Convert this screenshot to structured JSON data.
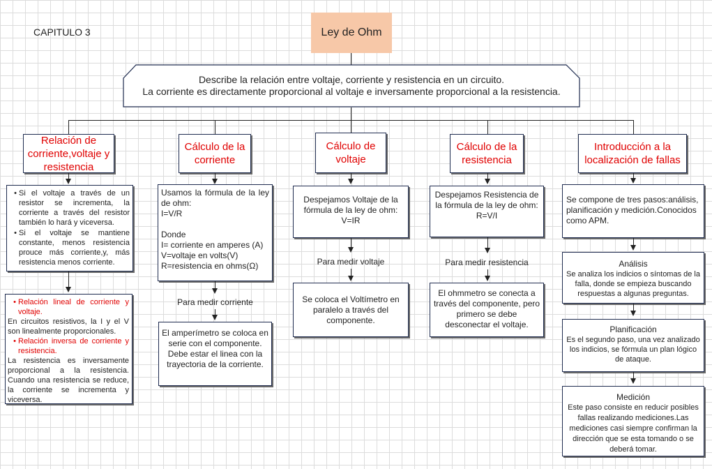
{
  "chapter": "CAPITULO 3",
  "title": "Ley de Ohm",
  "description": {
    "line1": "Describe la relación entre voltaje, corriente y resistencia en un circuito.",
    "line2": "La corriente es directamente proporcional al voltaje e inversamente proporcional a la resistencia."
  },
  "col1": {
    "header": "Relación de corriente,voltaje y resistencia",
    "bullets": [
      "Si el voltaje a través de un resistor se incrementa, la corriente a través del resistor también lo hará y viceversa.",
      "Si el voltaje se mantiene constante, menos resistencia prouce más corriente,y, más resistencia menos corriente."
    ],
    "sub1_title": "Relación lineal de corriente y voltaje.",
    "sub1_text": "En circuitos resistivos, la I y el V son linealmente proporcionales.",
    "sub2_title": "Relación inversa de corriente y resistencia.",
    "sub2_text": "La resistencia es inversamente proporcional a la resistencia. Cuando una resistencia se reduce, la corriente se incrementa y viceversa."
  },
  "col2": {
    "header": "Cálculo de la corriente",
    "formula_lines": [
      "Usamos la fórmula de la ley de ohm:",
      "I=V/R",
      "",
      "Donde",
      "I= corriente en amperes (A)",
      "V=voltaje en volts(V)",
      "R=resistencia en ohms(Ω)"
    ],
    "label": "Para medir corriente",
    "bottom_lines": [
      "El amperímetro se coloca en serie con el componente.",
      "Debe estar el linea con la trayectoria de la corriente."
    ]
  },
  "col3": {
    "header": "Cálculo de voltaje",
    "formula": "Despejamos Voltaje de la fórmula de la ley de ohm:",
    "formula_eq": "V=IR",
    "label": "Para medir voltaje",
    "bottom": "Se coloca el Voltímetro en paralelo a través del componente."
  },
  "col4": {
    "header": "Cálculo de la resistencia",
    "formula": "Despejamos Resistencia de la fórmula de la ley de ohm:",
    "formula_eq": "R=V/I",
    "label": "Para medir resistencia",
    "bottom": "El ohmmetro se conecta a través del componente, pero primero se debe desconectar el voltaje."
  },
  "col5": {
    "header": "Introducción a la localización de fallas",
    "intro": "Se compone de tres pasos:análisis, planificación y medición.Conocidos como APM.",
    "steps": [
      {
        "title": "Análisis",
        "text": "Se analiza los indicios o síntomas de la falla, donde se empieza buscando respuestas a algunas preguntas."
      },
      {
        "title": "Planificación",
        "text": "Es el segundo paso, una vez analizado los indicios, se fórmula un plan lógico de ataque."
      },
      {
        "title": "Medición",
        "text": "Este paso consiste en reducir posibles fallas realizando mediciones.Las mediciones casi siempre confirman la dirección que se esta tomando o se deberá tomar."
      }
    ]
  }
}
